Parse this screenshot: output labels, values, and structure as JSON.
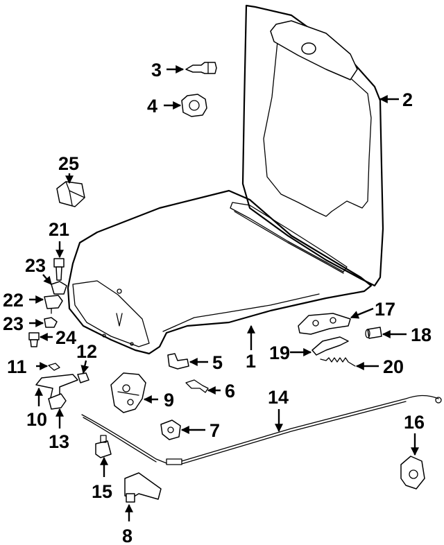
{
  "callouts": [
    {
      "id": "1",
      "text": "1"
    },
    {
      "id": "2",
      "text": "2"
    },
    {
      "id": "3",
      "text": "3"
    },
    {
      "id": "4",
      "text": "4"
    },
    {
      "id": "5",
      "text": "5"
    },
    {
      "id": "6",
      "text": "6"
    },
    {
      "id": "7",
      "text": "7"
    },
    {
      "id": "8",
      "text": "8"
    },
    {
      "id": "9",
      "text": "9"
    },
    {
      "id": "10",
      "text": "10"
    },
    {
      "id": "11",
      "text": "11"
    },
    {
      "id": "12",
      "text": "12"
    },
    {
      "id": "13",
      "text": "13"
    },
    {
      "id": "14",
      "text": "14"
    },
    {
      "id": "15",
      "text": "15"
    },
    {
      "id": "16",
      "text": "16"
    },
    {
      "id": "17",
      "text": "17"
    },
    {
      "id": "18",
      "text": "18"
    },
    {
      "id": "19",
      "text": "19"
    },
    {
      "id": "20",
      "text": "20"
    },
    {
      "id": "21",
      "text": "21"
    },
    {
      "id": "22",
      "text": "22"
    },
    {
      "id": "23a",
      "text": "23"
    },
    {
      "id": "23b",
      "text": "23"
    },
    {
      "id": "24",
      "text": "24"
    },
    {
      "id": "25",
      "text": "25"
    }
  ]
}
